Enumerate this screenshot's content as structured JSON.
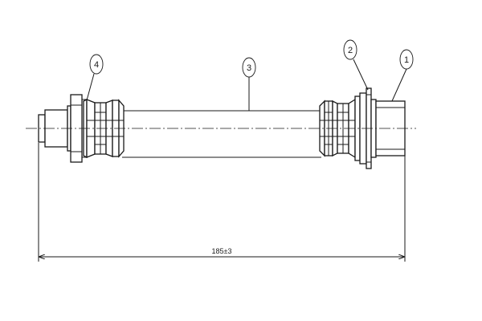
{
  "callouts": {
    "c1": "1",
    "c2": "2",
    "c3": "3",
    "c4": "4"
  },
  "dimension": {
    "overall_length": "185±3"
  }
}
